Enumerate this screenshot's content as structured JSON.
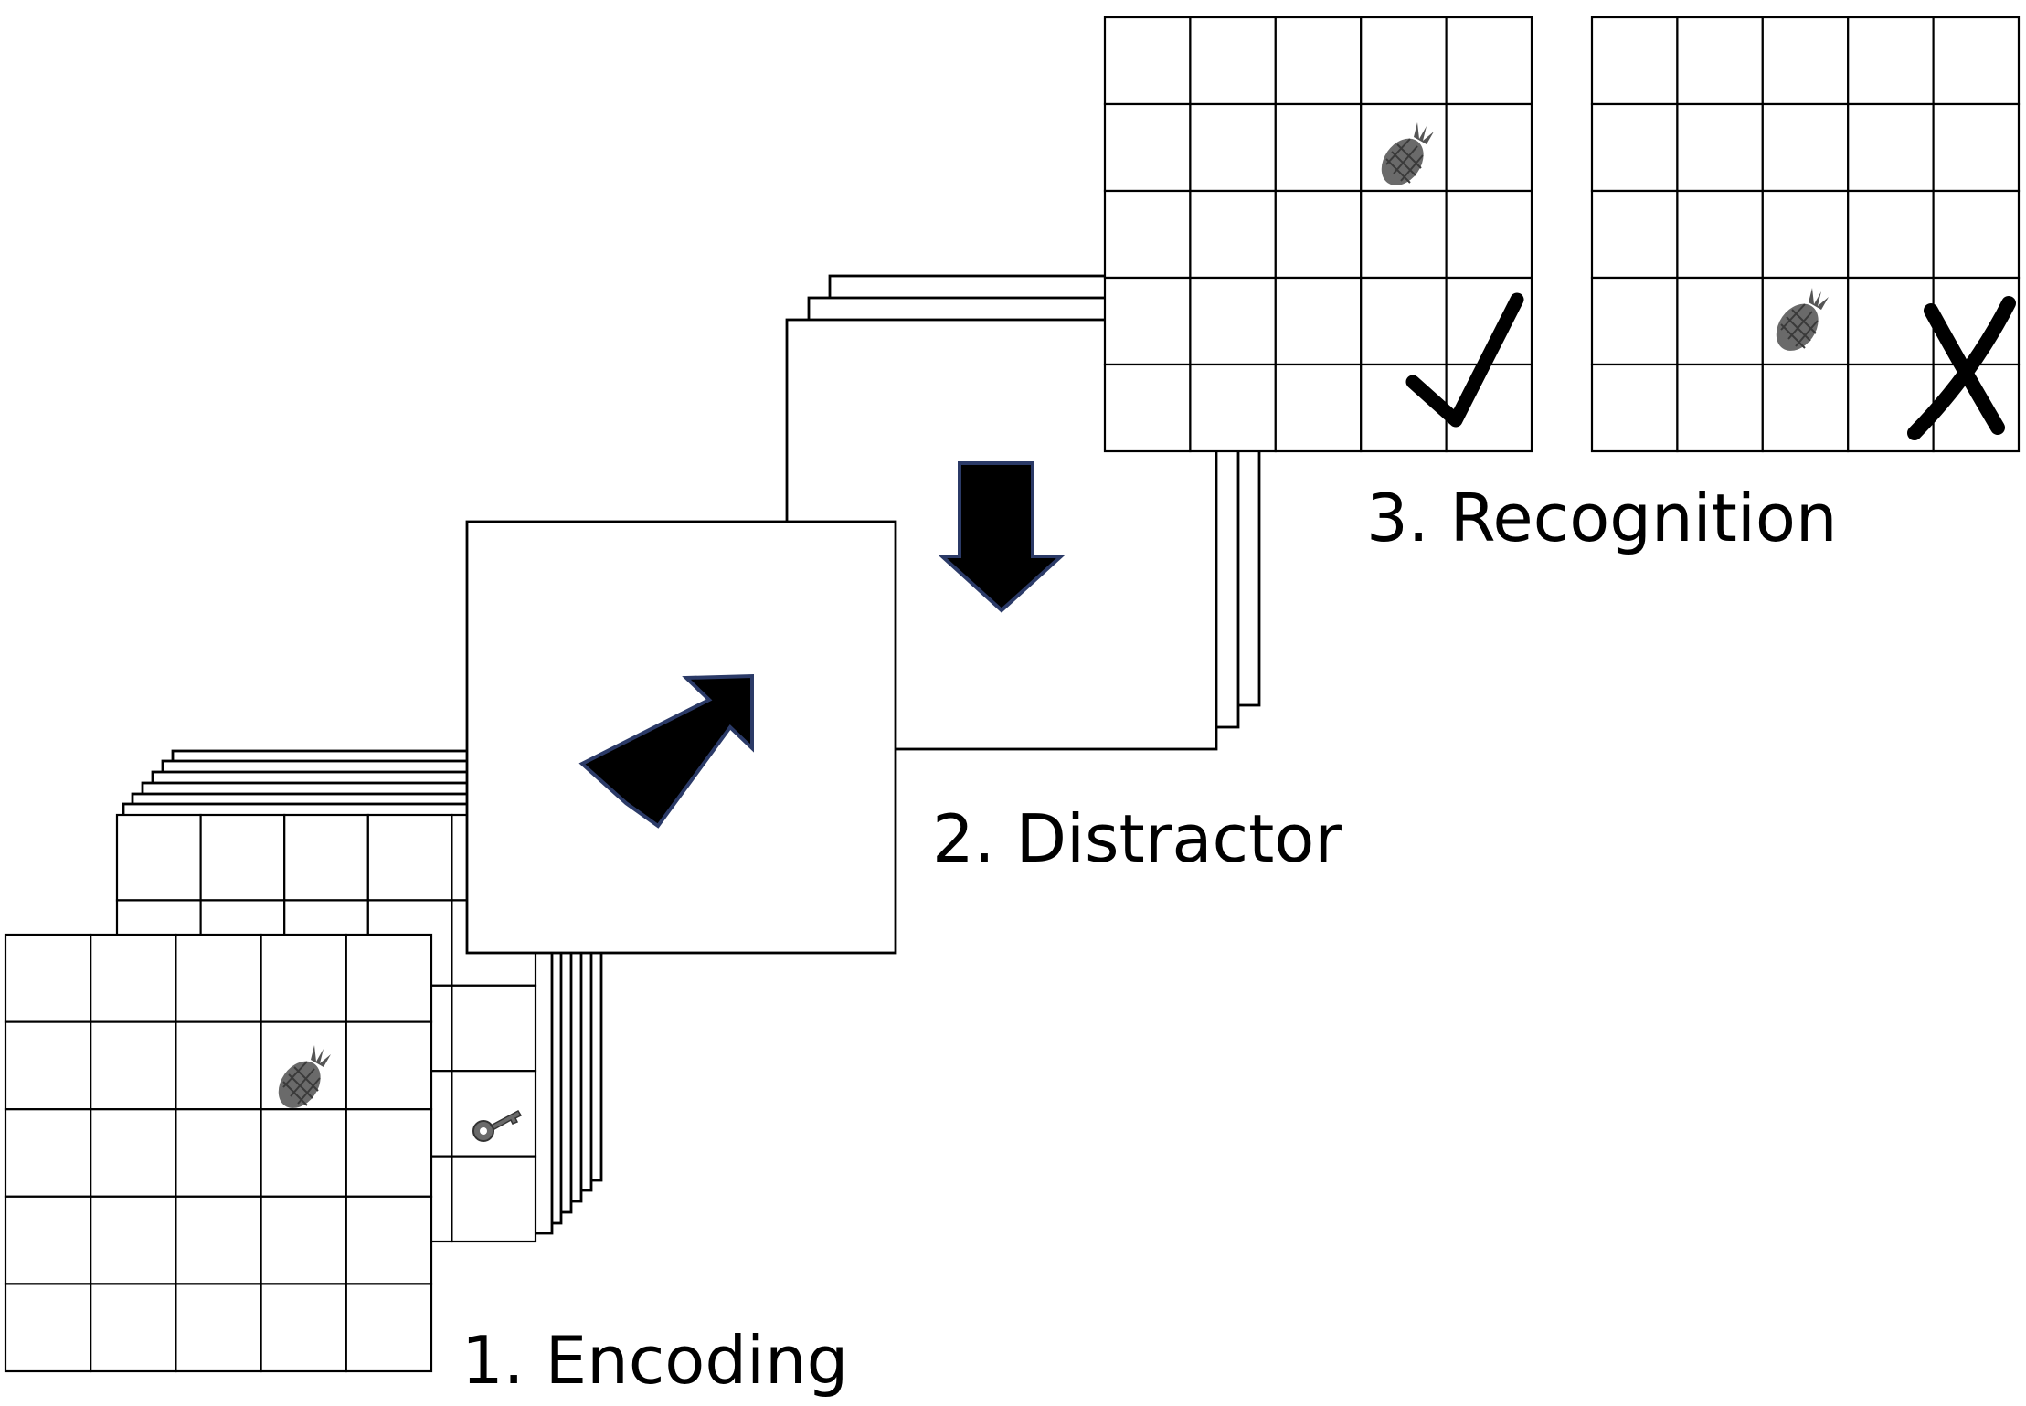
{
  "labels": {
    "encoding": "1. Encoding",
    "distractor": "2. Distractor",
    "recognition": "3. Recognition"
  },
  "grid": {
    "rows": 5,
    "cols": 5
  },
  "icons": {
    "pineapple": "pineapple-icon",
    "key": "key-icon",
    "arrow_up_right": "arrow-up-right-icon",
    "arrow_down": "arrow-down-icon",
    "check": "check-mark-icon",
    "cross": "cross-mark-icon"
  },
  "colors": {
    "line": "#000000",
    "background": "#ffffff",
    "arrow_fill": "#000000",
    "arrow_outline": "#2b3a67",
    "icon_gray": "#5a5a5a"
  }
}
